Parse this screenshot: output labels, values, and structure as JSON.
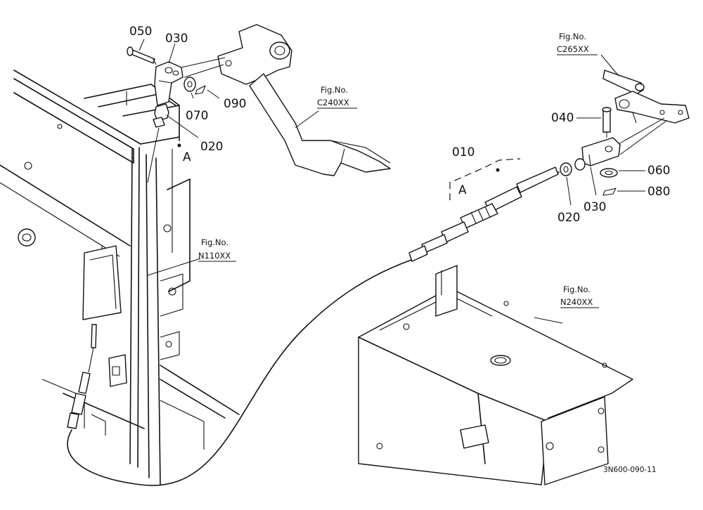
{
  "parts": {
    "p050": "050",
    "p030_top": "030",
    "p070": "070",
    "p090": "090",
    "p020_top": "020",
    "p040": "040",
    "p010": "010",
    "p060": "060",
    "p080": "080",
    "p020_right": "020",
    "p030_right": "030"
  },
  "refs": {
    "a_top": "A",
    "a_box": "A",
    "fig_prefix": "Fig.No.",
    "c240": "C240XX",
    "c265": "C265XX",
    "n110": "N110XX",
    "n240": "N240XX"
  },
  "drawing_code": "3N600-090-11"
}
